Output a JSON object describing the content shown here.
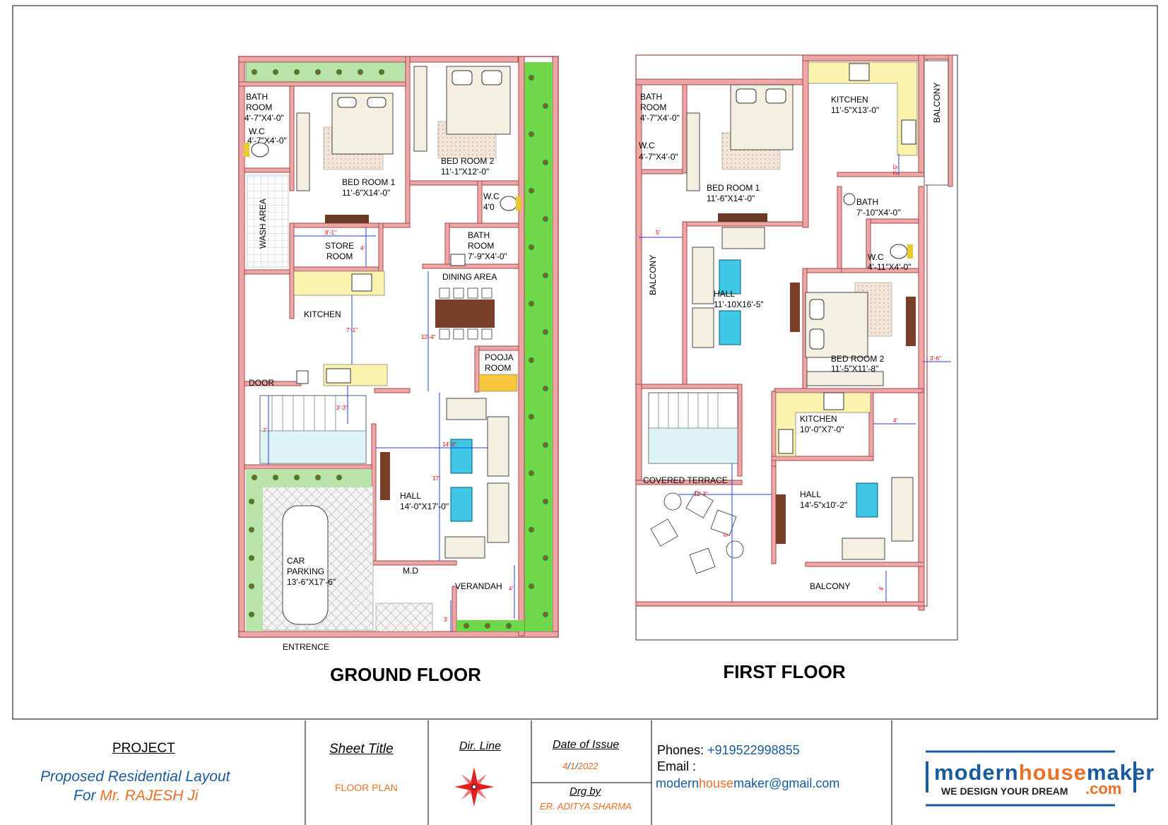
{
  "ground_floor": {
    "title": "GROUND FLOOR",
    "rooms": {
      "bath_line1": "BATH",
      "bath_line2": "ROOM",
      "bath_size": "4'-7\"X4'-0\"",
      "wc": "W.C",
      "wc_size": "4'-7\"X4'-0\"",
      "bed1": "BED ROOM 1",
      "bed1_size": "11'-6\"X14'-0\"",
      "bed2": "BED ROOM 2",
      "bed2_size": "11'-1\"X12'-0\"",
      "wc2": "W.C",
      "wc2_size": "4'0",
      "wash": "WASH AREA",
      "store1": "STORE",
      "store2": "ROOM",
      "bath2_line1": "BATH",
      "bath2_line2": "ROOM",
      "bath2_size": "7'-9\"X4'-0\"",
      "dining": "DINING AREA",
      "kitchen": "KITCHEN",
      "pooja1": "POOJA",
      "pooja2": "ROOM",
      "door": "DOOR",
      "hall": "HALL",
      "hall_size": "14'-0\"X17'-0\"",
      "car1": "CAR",
      "car2": "PARKING",
      "car_size": "13'-6\"X17'-6\"",
      "md": "M.D",
      "verandah": "VERANDAH",
      "entrance": "ENTRENCE"
    },
    "dims": {
      "d1": "8'-1\"",
      "d2": "4'",
      "d3": "7'-1\"",
      "d4": "12'-4\"",
      "d5": "3'-3\"",
      "d6": "7'",
      "d7": "14'-0\"",
      "d8": "17'",
      "d9": "4'",
      "d10": "3'"
    }
  },
  "first_floor": {
    "title": "FIRST FLOOR",
    "rooms": {
      "bath_line1": "BATH",
      "bath_line2": "ROOM",
      "bath_size": "4'-7\"X4'-0\"",
      "wc": "W.C",
      "wc_size": "4'-7\"X4'-0\"",
      "bed1": "BED ROOM 1",
      "bed1_size": "11'-6\"X14'-0\"",
      "kitchen": "KITCHEN",
      "kitchen_size": "11'-5\"X13'-0\"",
      "balcony_r": "BALCONY",
      "bath2": "BATH",
      "bath2_size": "7'-10\"X4'-0\"",
      "wc2": "W.C",
      "wc2_size": "4'-11\"X4'-0\"",
      "balcony_l": "BALCONY",
      "hall": "HALL",
      "hall_size": "11'-10X16'-5\"",
      "bed2": "BED ROOM 2",
      "bed2_size": "11'-5\"X11'-8\"",
      "kitchen2": "KITCHEN",
      "kitchen2_size": "10'-0\"X7'-0\"",
      "terrace": "COVERED TERRACE",
      "hall2": "HALL",
      "hall2_size": "14'-5\"x10'-2\"",
      "balcony_b": "BALCONY"
    },
    "dims": {
      "d1": "5'",
      "d2": "3'-5\"",
      "d3": "3'-6\"",
      "d4": "4'",
      "d5": "4'",
      "d6": "11'-3\"",
      "d7": "5'"
    }
  },
  "title_block": {
    "project_label": "PROJECT",
    "project_line1": "Proposed Residential Layout",
    "project_for": "For",
    "client": "Mr. RAJESH Ji",
    "sheet_title_label": "Sheet Title",
    "sheet_title": "FLOOR PLAN",
    "dir_label": "Dir. Line",
    "date_label": "Date of Issue",
    "date_m": "4",
    "date_sep1": "/",
    "date_d": "1",
    "date_sep2": "/",
    "date_y": "2022",
    "drg_label": "Drg by",
    "drg_name": "ER. ADITYA SHARMA",
    "phones_label": "Phones:",
    "phone": "+919522998855",
    "email_label": "Email :",
    "email_a": "modern",
    "email_b": "house",
    "email_c": "maker",
    "email_d": "@gmail.com",
    "logo_a": "modern",
    "logo_b": "house",
    "logo_c": "maker",
    "logo_tag": "WE DESIGN YOUR DREAM",
    "logo_com": ".com"
  },
  "colors": {
    "wall": "#eda5a5",
    "wall_stroke": "#a34a4a",
    "garden": "#6fd84a",
    "counter": "#fbf2ae",
    "dim_line": "#2a3bd8",
    "accent_orange": "#e8702a",
    "accent_blue": "#1a5a9c"
  }
}
